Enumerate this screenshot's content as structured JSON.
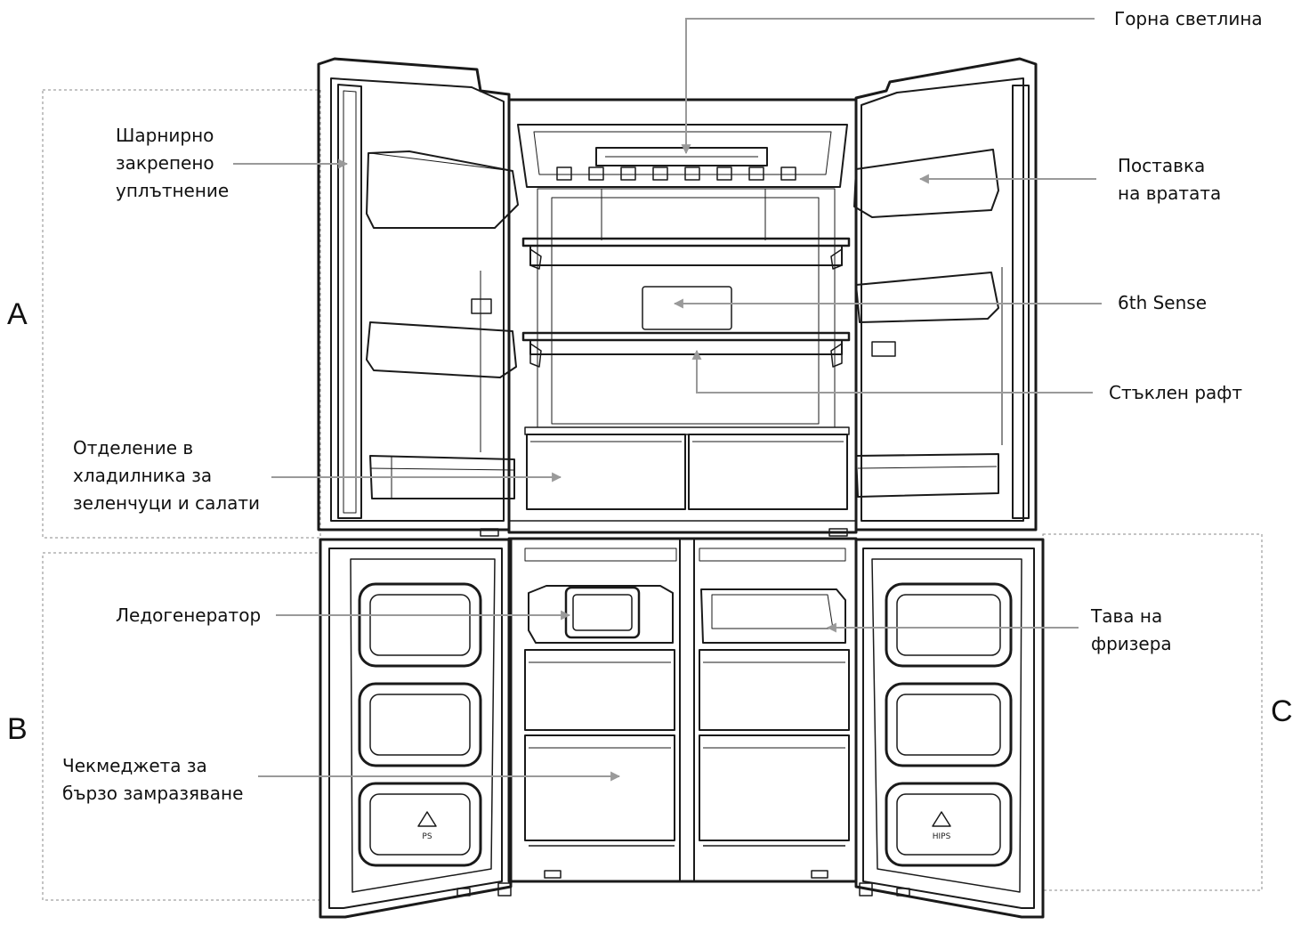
{
  "labels": {
    "top_light": "Горна светлина",
    "hinged_seal": "Шарнирно\nзакрепено\nуплътнение",
    "door_shelf": "Поставка\nна вратата",
    "sixth_sense": "6th Sense",
    "glass_shelf": "Стъклен рафт",
    "crisper": "Отделение в\nхладилника за\nзеленчуци и салати",
    "ice_maker": "Ледогенератор",
    "freezer_tray": "Тава на\nфризера",
    "freeze_drawers": "Чекмеджета за\nбързо замразяване"
  },
  "zones": {
    "a": "A",
    "b": "B",
    "c": "C"
  },
  "recycle_marks": {
    "left": "PS",
    "right": "HIPS"
  },
  "colors": {
    "line": "#1a1a1a",
    "arrow": "#9a9a9a",
    "dashed": "#8a8a8a"
  }
}
